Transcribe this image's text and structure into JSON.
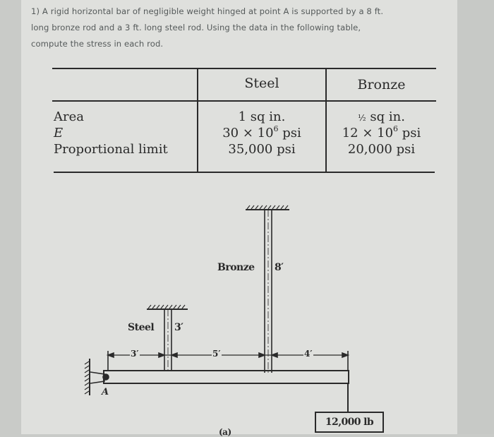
{
  "question": {
    "lines": [
      "1) A rigid horizontal bar of negligible weight hinged at point A is supported by a 8 ft.",
      "long bronze rod and a 3 ft. long steel rod. Using the data in the following table,",
      "compute the stress in each rod."
    ]
  },
  "table": {
    "columns": [
      "",
      "Steel",
      "Bronze"
    ],
    "rows": [
      {
        "label": "Area",
        "steel": "1 sq in.",
        "bronze_frac": "½",
        "bronze": " sq in."
      },
      {
        "label": "E",
        "steel_base": "30 × 10",
        "steel_exp": "6",
        "steel_unit": " psi",
        "bronze_base": "12 × 10",
        "bronze_exp": "6",
        "bronze_unit": " psi"
      },
      {
        "label": "Proportional limit",
        "steel": "35,000 psi",
        "bronze": "20,000 psi"
      }
    ]
  },
  "diagram": {
    "steel_label": "Steel",
    "steel_length": "3′",
    "bronze_label": "Bronze",
    "bronze_length": "8′",
    "dim_a_to_steel": "3′",
    "dim_steel_to_bronze": "5′",
    "dim_bronze_to_end": "4′",
    "hinge_label": "A",
    "load": "12,000 lb",
    "caption": "(a)"
  },
  "colors": {
    "background": "#dfe0dd",
    "ink": "#2a2a2a",
    "question_text": "#555a5a"
  }
}
